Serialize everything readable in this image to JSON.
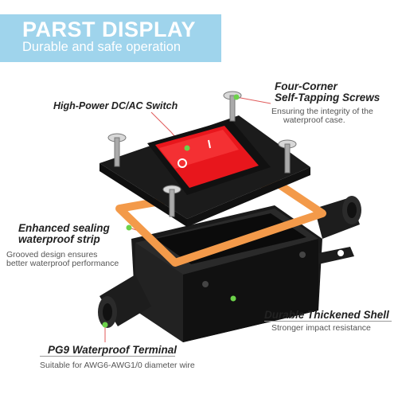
{
  "banner": {
    "title": "PARST DISPLAY",
    "subtitle": "Durable and safe operation"
  },
  "callouts": {
    "switch": {
      "title": "High-Power DC/AC Switch"
    },
    "screws": {
      "title_line1": "Four-Corner",
      "title_line2": "Self-Tapping Screws",
      "desc_line1": "Ensuring the integrity of the",
      "desc_line2": "waterproof case."
    },
    "strip": {
      "title_line1": "Enhanced sealing",
      "title_line2": "waterproof strip",
      "desc_line1": "Grooved design ensures",
      "desc_line2": "better waterproof performance"
    },
    "shell": {
      "title": "Durable Thickened Shell",
      "desc": "Stronger impact resistance"
    },
    "terminal": {
      "title": "PG9 Waterproof Terminal",
      "desc": "Suitable for AWG6-AWG1/0 diameter wire"
    }
  },
  "colors": {
    "banner_bg": "#9fd4ec",
    "accent_green": "#6cd24a",
    "callout_line": "#e05a5a",
    "gasket_orange": "#f39a4a",
    "switch_red": "#e8161c"
  }
}
